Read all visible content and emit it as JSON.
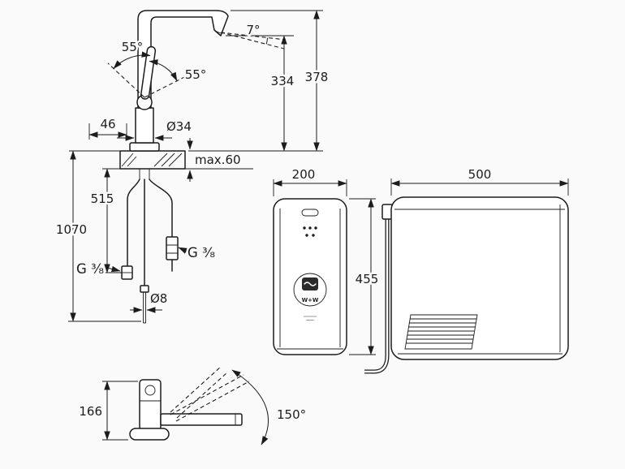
{
  "drawing": {
    "faucet": {
      "lever_angle_left": "55°",
      "lever_angle_right": "55°",
      "spout_tilt_angle": "7°",
      "spout_outlet_height": "334",
      "total_height": "378",
      "lever_offset": "46",
      "body_diameter": "Ø34",
      "max_deck_thickness": "max.60",
      "hose_length_to_valves": "515",
      "overall_hose_length": "1070",
      "thread_size_left": "G ³⁄₈",
      "thread_size_right": "G ³⁄₈",
      "filter_hose_diameter": "Ø8"
    },
    "swivel": {
      "base_depth": "166",
      "swivel_range": "150°"
    },
    "cooler_front": {
      "width": "200",
      "height": "455",
      "display_label": "W+W"
    },
    "cooler_side": {
      "depth": "500"
    }
  }
}
